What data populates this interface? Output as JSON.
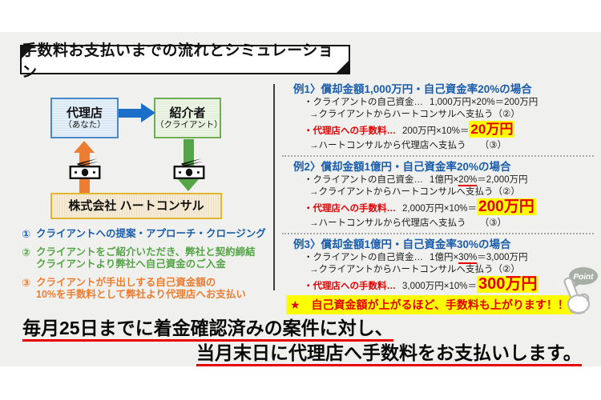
{
  "title": "手数料お支払いまでの流れとシミュレーション",
  "diagram": {
    "agent": {
      "label": "代理店",
      "sub": "（あなた）"
    },
    "referrer": {
      "label": "紹介者",
      "sub": "（クライアント）"
    },
    "company": {
      "label": "株式会社 ハートコンサル"
    }
  },
  "steps": [
    {
      "num": "①",
      "text": "クライアントへの提案・アプローチ・クロージング"
    },
    {
      "num": "②",
      "text": "クライアントをご紹介いただき、弊社と契約締結\nクライアントより弊社へ自己資金のご入金"
    },
    {
      "num": "③",
      "text": "クライアントが手出しする自己資金額の\n10%を手数料として弊社より代理店へお支払い"
    }
  ],
  "examples": [
    {
      "header": "例1〉償却金額1,000万円・自己資金率20%の場合",
      "fund_label": "・クライアントの自己資金…",
      "fund_pre": "1,000万円×",
      "fund_rate": "20%",
      "fund_post": "＝200万円",
      "fund_note": "→クライアントからハートコンサルへ支払う（②）",
      "fee_label": "・代理店への手数料…",
      "fee_calc": "200万円×10%＝",
      "fee_value": "20万円",
      "fee_note": "→ハートコンサルから代理店へ支払う　　（③）"
    },
    {
      "header": "例2〉償却金額1億円・自己資金率20%の場合",
      "fund_label": "・クライアントの自己資金…",
      "fund_pre": "1億円×",
      "fund_rate": "20%",
      "fund_post": "＝2,000万円",
      "fund_note": "→クライアントからハートコンサルへ支払う（②）",
      "fee_label": "・代理店への手数料…",
      "fee_calc": "2,000万円×10%＝",
      "fee_value": "200万円",
      "fee_note": "→ハートコンサルから代理店へ支払う　　（③）"
    },
    {
      "header": "例3〉償却金額1億円・自己資金率30%の場合",
      "fund_label": "・クライアントの自己資金…",
      "fund_pre": "1億円×",
      "fund_rate": "30%",
      "fund_post": "＝3,000万円",
      "fund_note": "→クライアントからハートコンサルへ支払う（②）",
      "fee_label": "・代理店への手数料…",
      "fee_calc": "3,000万円×10%＝",
      "fee_value": "300万円",
      "fee_note": "→ハートコンサルから代理店へ支払う　　（③）"
    }
  ],
  "banner": "★　自己資金額が上がるほど、手数料も上がります！！",
  "point_label": "Point",
  "footer": {
    "line1": "毎月25日までに着金確認済みの案件に対し、",
    "line2": "当月末日に代理店へ手数料をお支払いします。"
  },
  "colors": {
    "slide_bg": "#f0f0ef",
    "header_blue": "#1a5dab",
    "step_green": "#55a546",
    "step_orange": "#ed7d31",
    "arrow_blue": "#1c6fc8",
    "arrow_orange": "#ed7d31",
    "arrow_green": "#54a546",
    "accent_red": "#e60000",
    "highlight_yellow": "#ffff00",
    "agent_box_border": "#4a89c8",
    "referrer_box_border": "#6fad51",
    "company_box_border": "#e3b62f"
  }
}
